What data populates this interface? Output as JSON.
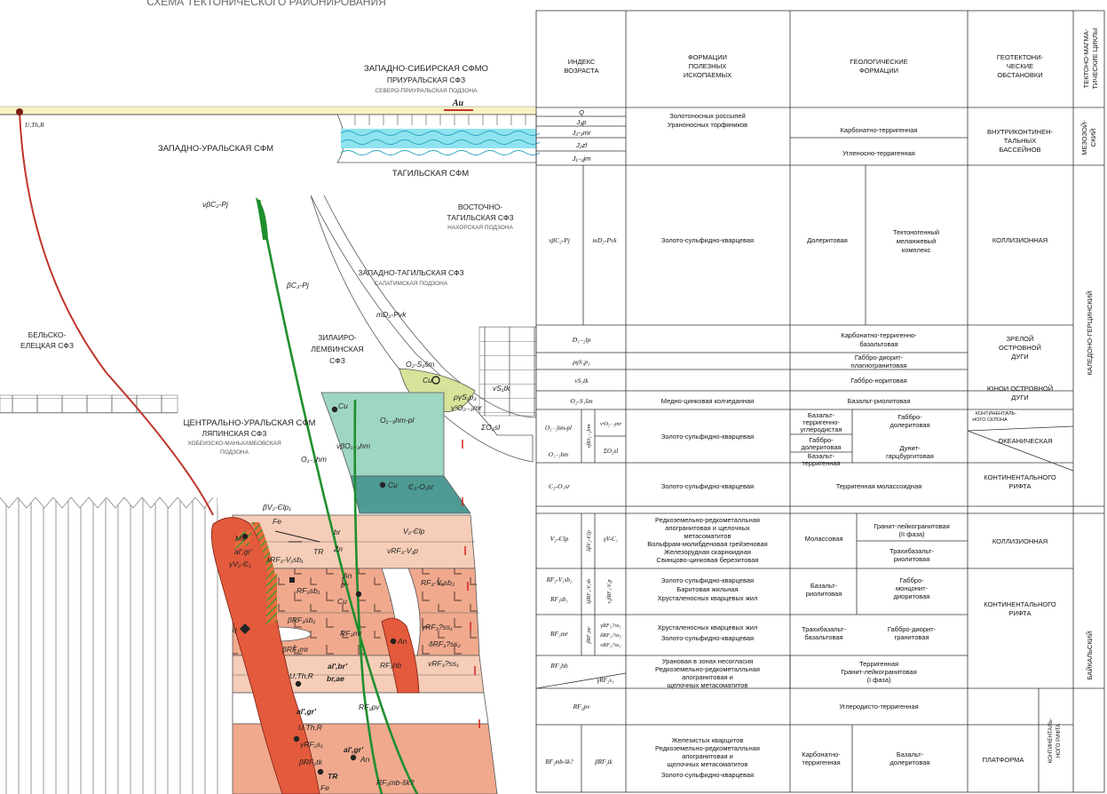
{
  "header_text": "СХЕМА ТЕКТОНИЧЕСКОГО РАЙОНИРОВАНИЯ",
  "map": {
    "zapadno_sib": "ЗАПАДНО-СИБИРСКАЯ СФМО",
    "priural": "ПРИУРАЛЬСКАЯ СФЗ",
    "sev_priural": "СЕВЕРО-ПРИУРАЛЬСКАЯ ПОДЗОНА",
    "au_top": "Au",
    "uthr_top": "U,Th,R",
    "zap_ural": "ЗАПАДНО-УРАЛЬСКАЯ СФМ",
    "tagil": "ТАГИЛЬСКАЯ СФМ",
    "vost_tagil": [
      "ВОСТОЧНО-",
      "ТАГИЛЬСКАЯ СФЗ"
    ],
    "nahor": "НАХОРСКАЯ ПОДЗОНА",
    "zap_tagil": "ЗАПАДНО-ТАГИЛЬСКАЯ СФЗ",
    "salatim": "САЛАТИМСКАЯ ПОДЗОНА",
    "zilair": [
      "ЗИЛАИРО-",
      "ЛЕМВИНСКАЯ",
      "СФЗ"
    ],
    "belsk": [
      "БЕЛЬСКО-",
      "ЕЛЕЦКАЯ СФЗ"
    ],
    "centr": "ЦЕНТРАЛЬНО-УРАЛЬСКАЯ СФМ",
    "lyapin": "ЛЯПИНСКАЯ СФЗ",
    "hobeiz": [
      "ХОБЕИЗСКО-МАНЬХАМБОВСКАЯ",
      "ПОДЗОНА"
    ],
    "lbl_vbc2pj": "νβC₂-Pj",
    "lbl_bc3pj": "βC₃-Pj",
    "lbl_md2pvk": "mD₂-Pvk",
    "lbl_o2s1sm": "O₂-S₁šm",
    "lbl_cu_o": "Cu",
    "lbl_gs": "ργS₁p₃",
    "lbl_vs1tk": "vS₁tk",
    "lbl_vo23mr": "vˢO₂₋₃mr",
    "lbl_so2sl": "ΣO₂sl",
    "lbl_o13hmpl": "O₁₋₃hm-pl",
    "lbl_cu_teal": "Cu",
    "lbl_vbo13hm": "νβO₁₋₃hm",
    "lbl_o13hm": "O₁₋₃hm",
    "lbl_cu_dark": "Cu",
    "lbl_e3o1sr": "Є₃-O₁sr",
    "lbl_bv2clp1": "βV₂-Єlp₁",
    "lbl_fe": "Fe",
    "lbl_mo": "Mo",
    "lbl_al": "al',gr'",
    "lbl_gv": "γV₂-Є₁",
    "lbl_v2clp": "V₂-Єlp",
    "lbl_br1": "br",
    "lbl_zn": "Zn",
    "lbl_tr": "TR",
    "lbl_lrf": "λRF₃-V₁sb₁",
    "lbl_vrf": "νRF₃-V₁p",
    "lbl_rf3sb": "RF₃sb₁",
    "lbl_p": "p'",
    "lbl_an": "An",
    "lbl_cu_mid": "Cu",
    "lbl_rf3v1sb2": "RF₃-V₁sb₂",
    "lbl_brf3": "βRF₃sb₁",
    "lbl_rf3mr": "RF₃mr",
    "lbl_grf3ss": "γRF₃?ss₁",
    "lbl_an2": "An",
    "lbl_drf": "δRF₃?ss₂",
    "lbl_brf3mr": "βRF₃mr",
    "lbl_q": "q",
    "lbl_uthr_mid": "U,Th,R",
    "lbl_albr": "al',br'",
    "lbl_brae": "br,ae",
    "lbl_rf3hb": "RF₃hb",
    "lbl_vrf3ss": "vRF₃?ss₁",
    "lbl_algr2": "al',gr'",
    "lbl_uthr_low": "U,Th,R",
    "lbl_grf2s": "γRF₂s₁",
    "lbl_rf2pv": "RF₂pv",
    "lbl_brf2tk": "βRF₂tk",
    "lbl_algr3": "al',gr'",
    "lbl_an3": "An",
    "lbl_tr2": "TR",
    "lbl_fe2": "Fe",
    "lbl_rf2mb": "RF₂mb-šk?"
  },
  "table": {
    "headers": {
      "index": [
        "ИНДЕКС",
        "ВОЗРАСТА"
      ],
      "formations": [
        "ФОРМАЦИИ",
        "ПОЛЕЗНЫХ",
        "ИСКОПАЕМЫХ"
      ],
      "geol": [
        "ГЕОЛОГИЧЕСКИЕ",
        "ФОРМАЦИИ"
      ],
      "geotect": [
        "ГЕОТЕКТОНИ-",
        "ЧЕСКИЕ",
        "ОБСТАНОВКИ"
      ],
      "cycles": [
        "ТЕКТОНО-МАГМА-",
        "ТИЧЕСКИЕ ЦИКЛЫ"
      ]
    },
    "rows": {
      "q": "Q",
      "jp": "J₃p",
      "jmr": "J₂-₃mr",
      "jzl": "J₂zl",
      "jjm": "J₁₋₂jm",
      "mz_min": [
        "Золотоносных россыпей",
        "Ураноносных торфяников"
      ],
      "karb_terr": "Карбонатно-терригенная",
      "ugl_terr": "Угленосно-терригенная",
      "vnutri": [
        "ВНУТРИКОНТИНЕН-",
        "ТАЛЬНЫХ",
        "БАССЕЙНОВ"
      ],
      "mezo": [
        "МЕЗОЗОЙ-",
        "СКИЙ"
      ],
      "vbc": "νβC₂-Pj",
      "mdpvk": "mD₂-Pvk",
      "zsk": "Золото-сульфидно-кварцевая",
      "dolerit": "Долеритовая",
      "tekt": [
        "Тектоногенный",
        "меланжевый",
        "комплекс"
      ],
      "kollis": "КОЛЛИЗИОННАЯ",
      "dlp": "D₁₋₂lp",
      "karb_terr_bas": [
        "Карбонатно-терригенно-",
        "базальтовая"
      ],
      "zrel": [
        "ЗРЕЛОЙ",
        "ОСТРОВНОЙ",
        "ДУГИ"
      ],
      "pgs": "ργS₁p₃",
      "gabbro_dior": [
        "Габбро-диорит-",
        "плагиогранитовая"
      ],
      "vstk": "vS₁tk",
      "gabbro_norit": "Габбро-норитовая",
      "osm": "O₂-S₁šm",
      "medno": "Медно-цинковая колчеданная",
      "bas_riol": "Базальт-риолитовая",
      "yun": [
        "ЮНОИ ОСТРОВНОЙ",
        "ДУГИ"
      ],
      "ojmpl": "O₁₋₃hm-pl",
      "ojm": "O₁₋₃hm",
      "vbo": "νβO₁₋₃hm",
      "vo": "vˢO₂₋₃mr",
      "so": "ΣO₂sl",
      "bas_terr_ugl": [
        "Базальт-",
        "терригенно-",
        "углеродистая"
      ],
      "gab_dol": [
        "Габбро-",
        "долеритовая"
      ],
      "gab_dol2": [
        "Габбро-",
        "долеритовая"
      ],
      "dunit": [
        "Дунит-",
        "гарцбургитовая"
      ],
      "bas_terr": [
        "Базальт-",
        "терригенная"
      ],
      "kont_skl": [
        "КОНТИНЕНТАЛЬ-",
        "НОГО СКЛОНА"
      ],
      "okean": "ОКЕАНИЧЕСКАЯ",
      "kont_rift": [
        "КОНТИНЕНТАЛЬНОГО",
        "РИФТА"
      ],
      "esr": "Є₃-O₁sr",
      "terr_molass": "Терригенная молассоидная",
      "kaled": "КАЛЕДОНО-ГЕРЦИНСКИЙ",
      "vclp": "V₂-Єlp",
      "lbv": "λβV₂-Єlp",
      "gvc": "γV-Є₁",
      "redk_min": [
        "Редкоземельно-редкометалльная",
        "апогранитовая и щелочных",
        "метасоматитов",
        "Вольфрам-молибденовая грейзеновая",
        "Железорудная скарноидная",
        "Свинцово-цинковая березитовая"
      ],
      "molass": "Молассовая",
      "granit_leik": [
        "Гранит-лейкогранитовая",
        "(II фаза)"
      ],
      "trah_riol": [
        "Трахибазальт-",
        "риолитовая"
      ],
      "rfvsb": "RF₃-V₁sb₂",
      "rfsb": "RF₃sb₁",
      "lbrf": "λβRF₃-V₁sb",
      "vbrf": "ν,βRF₃-V₁p",
      "zsk_bar": [
        "Золото-сульфидно-кварцевая",
        "Баритовая жильная",
        "Хрусталеносных кварцевых жил"
      ],
      "bas_riol2": [
        "Базальт-",
        "риолитовая"
      ],
      "gab_mon": [
        "Габбро-",
        "монцонит-",
        "диоритовая"
      ],
      "kont_rift2": [
        "КОНТИНЕНТАЛЬНОГО",
        "РИФТА"
      ],
      "rfmr": "RF₃mr",
      "brfmr": "βRF₃mr",
      "grfss": [
        "γRF₃?ss₁",
        "δRF₃?ss₂",
        "vRF₃?ss₁"
      ],
      "hrust": [
        "Хрусталеносных кварцевых жил",
        "Золото-сульфидно-кварцевая"
      ],
      "trah_bas": [
        "Трахибазальт-",
        "базальтовая"
      ],
      "gab_dior_gr": [
        "Габбро-диорит-",
        "гранитовая"
      ],
      "rfhb": "RF₃hb",
      "grfs": "γRF₂s₁",
      "uran_min": [
        "Урановая в зонах несогласия",
        "Редкоземельно-редкометалльная",
        "апогранитовая и",
        "щелочных метасоматитов"
      ],
      "terr_gran": [
        "Терригенная",
        "Гранит-лейкогранитовая",
        "(I фаза)"
      ],
      "rfpv": "RF₂pv",
      "uglerod": "Углеродисто-терригенная",
      "rfmb": "RF₂mb-šk?",
      "brftk": "βRF₂tk",
      "zhel_min": [
        "Железистых кварцитов",
        "Редкоземельно-редкометалльная",
        "апогранитовая и",
        "щелочных метасоматитов",
        "Золото-сульфидно-кварцевая"
      ],
      "karb_terr2": [
        "Карбонатно-",
        "терригенная"
      ],
      "bas_dol": [
        "Базальт-",
        "долеритовая"
      ],
      "platforma": "ПЛАТФОРМА",
      "kont_rifta_v": [
        "КОНТИНЕНТАЛЬ-",
        "НОГО РИФТА"
      ],
      "baikal": "БАЙКАЛЬСКИЙ"
    }
  },
  "colors": {
    "red_line": "#c0352b",
    "green_line": "#1f8f2e",
    "teal_light": "#9fd6c2",
    "teal_dark": "#4e9b93",
    "salmon_light": "#f6cdb8",
    "salmon_mid": "#f0a98d",
    "red_body": "#e35a3c",
    "yellowgreen": "#d7e29a",
    "cyan_wave": "#8fe3f0",
    "yellow_band": "#f7f2c4"
  }
}
